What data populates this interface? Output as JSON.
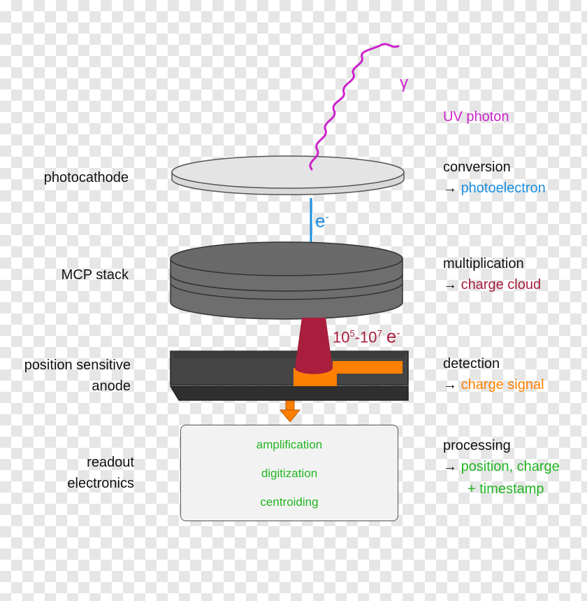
{
  "colors": {
    "photon": "#cc22cc",
    "electron": "#1a8fe0",
    "cloud": "#a81e3c",
    "signal": "#ff7f00",
    "output": "#22b522",
    "text": "#111111"
  },
  "symbols": {
    "gamma": "γ",
    "electron": "e",
    "electron_sup": "-",
    "multiplication_base1": "10",
    "multiplication_exp1": "5",
    "multiplication_sep": "-10",
    "multiplication_exp2": "7",
    "multiplication_unit": "e",
    "multiplication_unit_sup": "-"
  },
  "left_labels": {
    "photocathode": "photocathode",
    "mcp": "MCP stack",
    "anode_line1": "position sensitive",
    "anode_line2": "anode",
    "readout_line1": "readout",
    "readout_line2": "electronics"
  },
  "right_labels": {
    "photon": "UV photon",
    "conversion": "conversion",
    "conversion_result": "photoelectron",
    "multiplication": "multiplication",
    "multiplication_result": "charge cloud",
    "detection": "detection",
    "detection_result": "charge signal",
    "processing": "processing",
    "processing_result_line1": "position, charge",
    "processing_result_line2": "+ timestamp",
    "arrow": "→"
  },
  "readout_steps": [
    "amplification",
    "digitization",
    "centroiding"
  ]
}
